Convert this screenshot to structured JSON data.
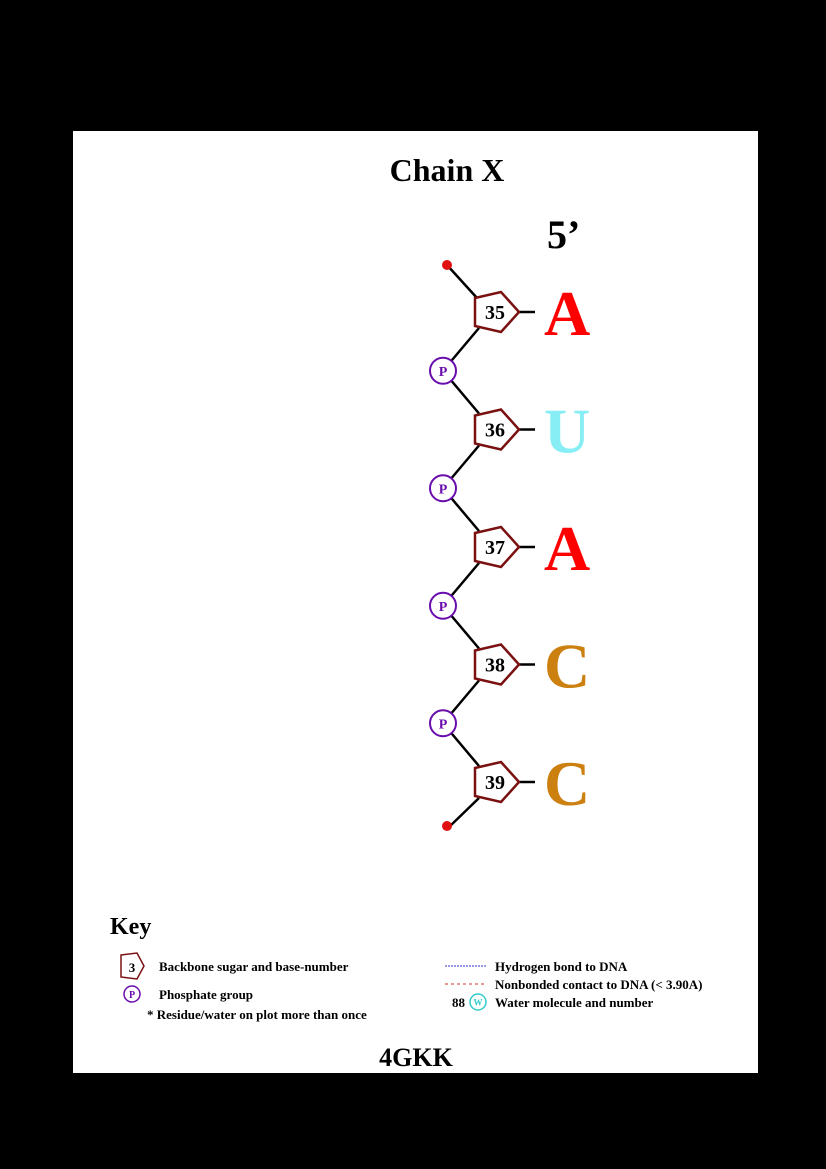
{
  "chain_title": "Chain X",
  "five_prime_label": "5’",
  "pdb_id": "4GKK",
  "colors": {
    "sugar_stroke": "#7a1010",
    "phosphate_stroke": "#6a0dad",
    "terminus": "#e01010",
    "backbone": "#000000",
    "hbond": "#3333cc",
    "nonbonded": "#cc3333",
    "water": "#33cccc"
  },
  "residues": [
    {
      "number": "35",
      "base": "A",
      "color": "#ff0000"
    },
    {
      "number": "36",
      "base": "U",
      "color": "#88eef5"
    },
    {
      "number": "37",
      "base": "A",
      "color": "#ff0000"
    },
    {
      "number": "38",
      "base": "C",
      "color": "#cc8010"
    },
    {
      "number": "39",
      "base": "C",
      "color": "#cc8010"
    }
  ],
  "phosphate_label": "P",
  "key": {
    "title": "Key",
    "sugar_sample": "3",
    "sugar_label": "Backbone sugar and base-number",
    "phosphate_sample": "P",
    "phosphate_label": "Phosphate group",
    "multi_label": "* Residue/water on plot more than once",
    "hbond_label": "Hydrogen bond to DNA",
    "nonbonded_label": "Nonbonded contact to DNA (< 3.90A)",
    "water_number": "88",
    "water_sample": "W",
    "water_label": "Water molecule and number"
  }
}
